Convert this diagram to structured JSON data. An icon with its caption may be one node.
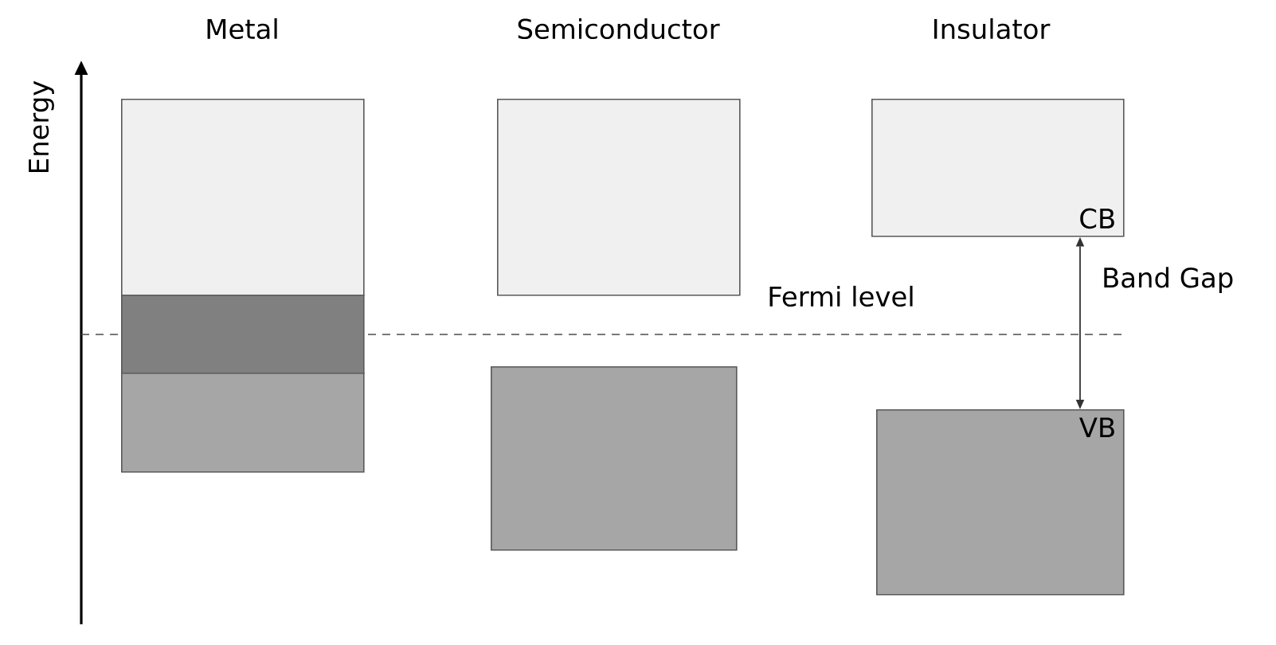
{
  "diagram": {
    "nodes": [
      {
        "text": [],
        "shape": "box"
      },
      {
        "text": [],
        "shape": "box"
      },
      {
        "text": [],
        "shape": "box"
      },
      {
        "text": [],
        "shape": "box"
      },
      {
        "text": [],
        "shape": "box"
      },
      {
        "text": [
          "CB"
        ]
      },
      {
        "text": [
          "VB"
        ]
      }
    ],
    "edges": [
      {
        "from": 5,
        "to": 6,
        "arrow": "both",
        "label": "Band Gap"
      }
    ],
    "labels": [
      "Metal",
      "Semiconductor",
      "Insulator",
      "Energy",
      "Fermi level"
    ]
  }
}
